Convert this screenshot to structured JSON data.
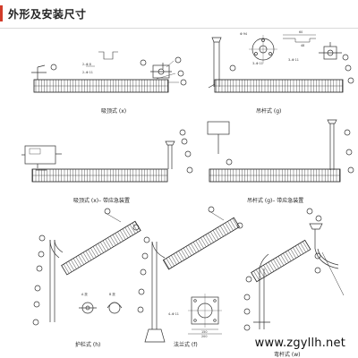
{
  "header": {
    "title": "外形及安装尺寸"
  },
  "figures": {
    "ceiling": {
      "caption": "吸顶式 (x)"
    },
    "pendant": {
      "caption": "吊杆式 (g)"
    },
    "ceiling_emergency": {
      "caption": "吸顶式 (x)– 带应急装置"
    },
    "pendant_emergency": {
      "caption": "吊杆式 (g)– 带应急装置"
    },
    "rail": {
      "caption": "护栏式 (h)"
    },
    "flange": {
      "caption": "法兰式 (f)"
    },
    "bent_rod": {
      "caption": "弯杆式 (w)"
    }
  },
  "details": {
    "view_a_label": "A 放",
    "view_b_label": "B 放",
    "dim_94": "Φ 94",
    "dim_3_11": "3–Φ 11",
    "dim_2_8": "2–Φ 8",
    "dim_2_11": "2–Φ 11",
    "dim_60": "60",
    "dim_48": "48",
    "dim_4_11": "4–Φ 11",
    "dim_150": "150",
    "dim_200": "200"
  },
  "watermark": "www.zgyllh.net"
}
